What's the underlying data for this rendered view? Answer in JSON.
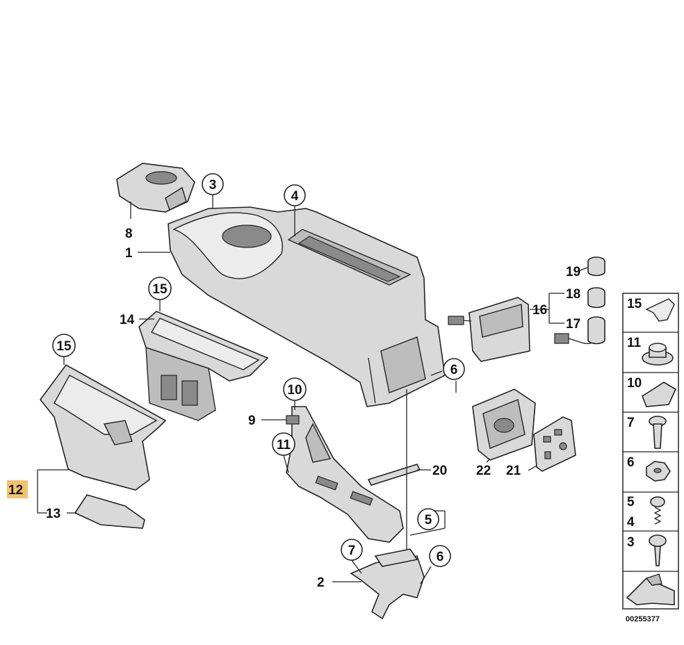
{
  "diagram": {
    "highlight_color": "#f5c26b",
    "labels": {
      "p1": "1",
      "p2": "2",
      "p3": "3",
      "p4": "4",
      "p5": "5",
      "p6a": "6",
      "p6b": "6",
      "p7": "7",
      "p8": "8",
      "p9": "9",
      "p10": "10",
      "p11": "11",
      "p12": "12",
      "p13": "13",
      "p14": "14",
      "p15a": "15",
      "p15b": "15",
      "p16": "16",
      "p17": "17",
      "p18": "18",
      "p19": "19",
      "p20": "20",
      "p21": "21",
      "p22": "22"
    },
    "fastener_panel": {
      "rows": [
        "15",
        "11",
        "10",
        "7",
        "6",
        "5",
        "4",
        "3"
      ]
    },
    "diagram_id": "00255377"
  }
}
